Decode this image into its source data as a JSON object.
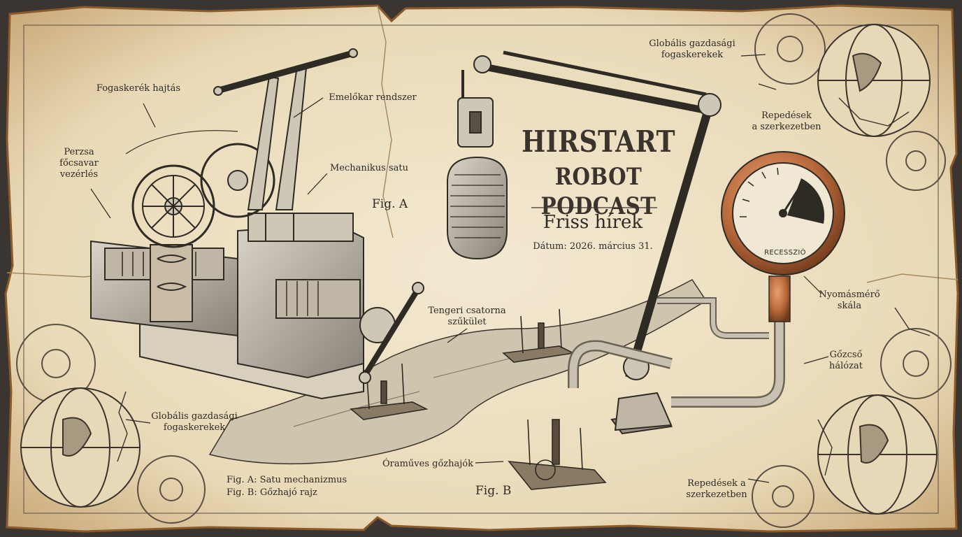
{
  "podcast": {
    "title_line1": "HIRSTART",
    "title_line2": "ROBOT PODCAST",
    "subtitle": "Friss hírek",
    "date": "Dátum: 2026. március 31."
  },
  "figures": {
    "fig_a": "Fig. A",
    "fig_b": "Fig. B",
    "legend_a": "Fig. A: Satu mechanizmus",
    "legend_b": "Fig. B: Gőzhajó rajz"
  },
  "gauge": {
    "label": "RECESSZIÓ",
    "needle_level": 0.62
  },
  "labels": {
    "gear_drive": "Fogaskerék hajtás",
    "lever_system": "Emelőkar rendszer",
    "persian_screw": "Perzsa\nfőcsavar\nvezérlés",
    "mech_vise": "Mechanikus satu",
    "sea_strait": "Tengeri csatorna\nszűkület",
    "global_gears_top": "Globális gazdasági\nfogaskerekek",
    "cracks_top": "Repedések\na szerkezetben",
    "pressure_scale": "Nyomásmérő\nskála",
    "steam_pipe": "Gőzcső\nhálózat",
    "global_gears_bottom": "Globális gazdasági\nfogaskerekek",
    "clockwork_ships": "Óraműves gőzhajók",
    "cracks_bottom": "Repedések a\nszerkezetben"
  },
  "colors": {
    "parchment": "#efe3c8",
    "ink": "#2e2a24",
    "copper": "#b8683a",
    "burnt_edge": "#8a5a2a"
  },
  "icons": [
    "vise-illustration",
    "microphone-illustration",
    "pressure-gauge-icon",
    "steamship-illustration",
    "globe-icon",
    "gear-icon"
  ]
}
